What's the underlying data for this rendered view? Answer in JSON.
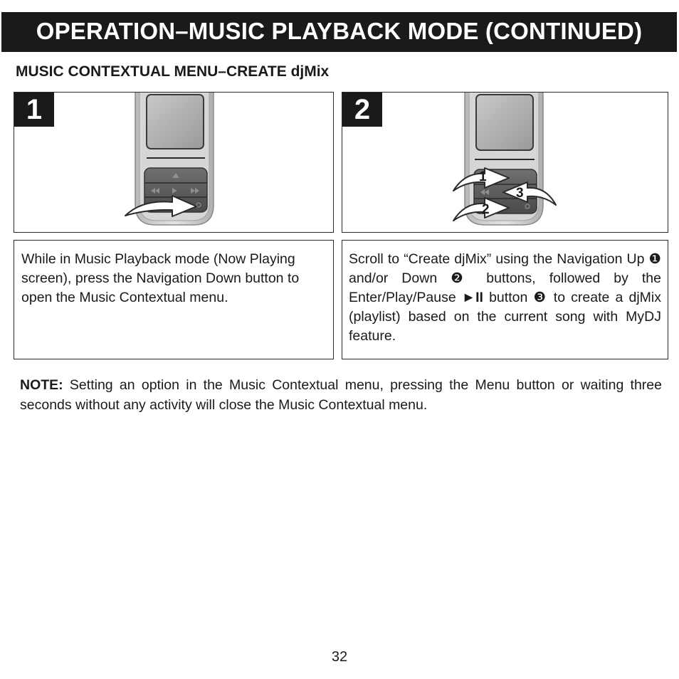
{
  "header": {
    "title": "OPERATION–MUSIC PLAYBACK MODE (CONTINUED)"
  },
  "section": {
    "heading": "MUSIC CONTEXTUAL MENU–CREATE djMix"
  },
  "steps": [
    {
      "number": "1",
      "description": "While in Music Playback mode (Now Playing screen), press the Navigation Down button to open the Music Contextual menu."
    },
    {
      "number": "2",
      "callouts": [
        "1",
        "2",
        "3"
      ],
      "description_parts": {
        "p1": "Scroll to “Create djMix” using the Navigation Up ",
        "m1": "❶",
        "p2": " and/or Down ",
        "m2": "❷",
        "p3": " buttons, followed by the Enter/Play/Pause ",
        "play_pause": "►II",
        "p4": " button ",
        "m3": "❸",
        "p5": " to create a djMix (playlist) based on the current song with MyDJ feature."
      }
    }
  ],
  "note": {
    "label": "NOTE:",
    "text": " Setting an option in the Music Contextual menu, pressing the Menu button or waiting three seconds without any activity will close the Music Contextual menu."
  },
  "footer": {
    "page_number": "32"
  }
}
